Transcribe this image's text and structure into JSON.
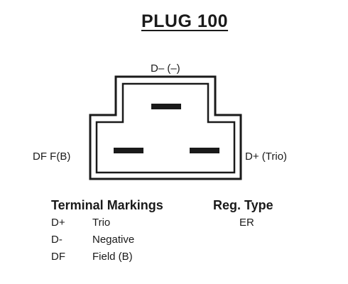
{
  "title": "PLUG 100",
  "plug": {
    "label_top": "D– (–)",
    "label_left": "DF  F(B)",
    "label_right": "D+  (Trio)"
  },
  "terminal_markings": {
    "heading": "Terminal Markings",
    "rows": [
      {
        "code": "D+",
        "desc": "Trio"
      },
      {
        "code": "D-",
        "desc": "Negative"
      },
      {
        "code": "DF",
        "desc": "Field (B)"
      }
    ]
  },
  "reg_type": {
    "heading": "Reg. Type",
    "value": "ER"
  }
}
